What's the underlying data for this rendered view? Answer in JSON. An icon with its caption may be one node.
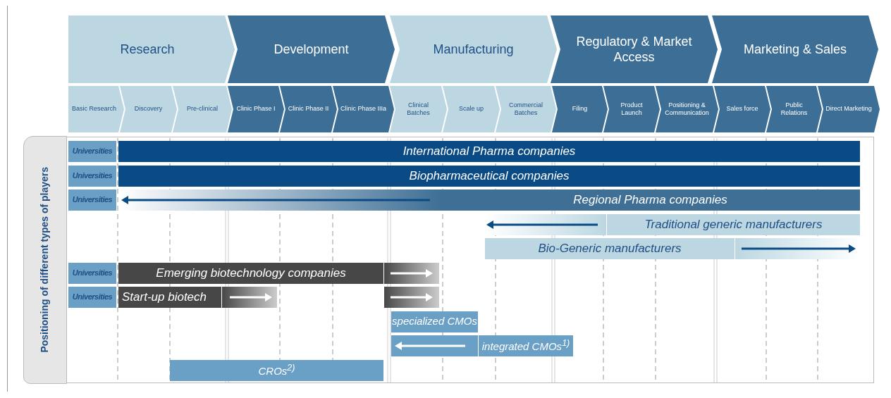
{
  "diagram": {
    "nodes": [
      {
        "text": [
          "Research"
        ]
      },
      {
        "text": [
          "Development"
        ]
      },
      {
        "text": [
          "Manufacturing"
        ]
      },
      {
        "text": [
          "Regulatory & Market Access"
        ]
      },
      {
        "text": [
          "Marketing & Sales"
        ]
      },
      {
        "text": [
          "Basic Research"
        ]
      },
      {
        "text": [
          "Discovery"
        ]
      },
      {
        "text": [
          "Pre-clinical"
        ]
      },
      {
        "text": [
          "Clinic Phase I"
        ]
      },
      {
        "text": [
          "Clinic Phase II"
        ]
      },
      {
        "text": [
          "Clinic Phase IIIa"
        ]
      },
      {
        "text": [
          "Clinical Batches"
        ]
      },
      {
        "text": [
          "Scale up"
        ]
      },
      {
        "text": [
          "Commercial Batches"
        ]
      },
      {
        "text": [
          "Filing"
        ]
      },
      {
        "text": [
          "Product Launch"
        ]
      },
      {
        "text": [
          "Positioning & Communication"
        ]
      },
      {
        "text": [
          "Sales force"
        ]
      },
      {
        "text": [
          "Public Relations"
        ]
      },
      {
        "text": [
          "Direct Marketing"
        ]
      },
      {
        "text": [
          "Positioning of different types of players"
        ]
      },
      {
        "text": [
          "Universities"
        ]
      },
      {
        "text": [
          "International Pharma companies"
        ]
      },
      {
        "text": [
          "Universities"
        ]
      },
      {
        "text": [
          "Biopharmaceutical companies"
        ]
      },
      {
        "text": [
          "Universities"
        ]
      },
      {
        "text": [
          "Regional Pharma companies"
        ]
      },
      {
        "text": [
          "Traditional generic manufacturers"
        ]
      },
      {
        "text": [
          "Bio-Generic manufacturers"
        ]
      },
      {
        "text": [
          "Universities"
        ]
      },
      {
        "text": [
          "Emerging biotechnology companies"
        ]
      },
      {
        "text": [
          "Universities"
        ]
      },
      {
        "text": [
          "Start-up biotech"
        ]
      },
      {
        "text": [
          "specialized CMOs"
        ]
      },
      {
        "text": [
          "integrated CMOs$^{1)}$"
        ]
      },
      {
        "text": [
          "CROs$^{2)}$"
        ]
      }
    ]
  }
}
